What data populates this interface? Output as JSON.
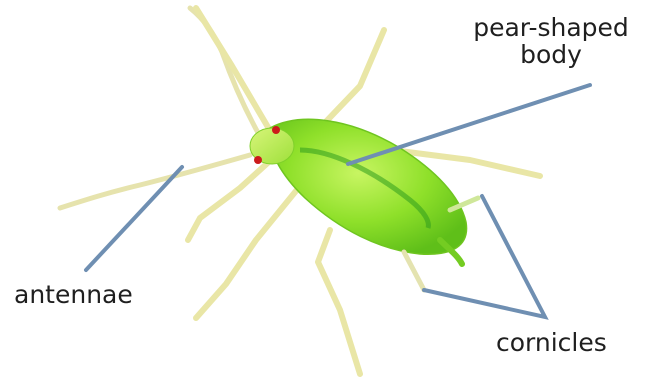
{
  "labels": {
    "body_line1": "pear-shaped",
    "body_line2": "body",
    "antennae": "antennae",
    "cornicles": "cornicles"
  },
  "colors": {
    "background": "#ffffff",
    "leader_line": "#6f8fb2",
    "label_text": "#1f1f1f",
    "body_green": "#8fe02a",
    "body_highlight": "#c4f25c",
    "legs": "#e9e6a6",
    "eye": "#cc1b1b"
  },
  "icons": {
    "subject": "aphid-illustration"
  }
}
